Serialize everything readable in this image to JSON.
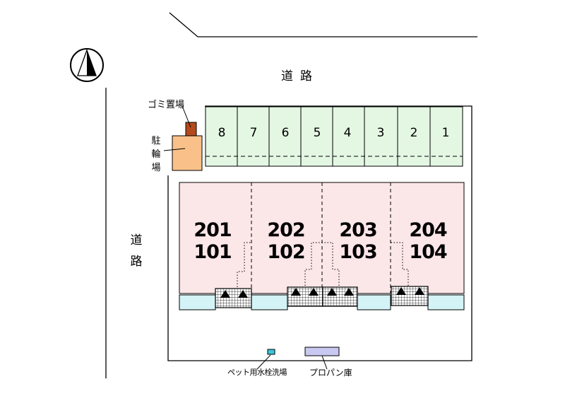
{
  "labels": {
    "road_top": "道路",
    "road_left_1": "道",
    "road_left_2": "路",
    "garbage": "ゴミ置場",
    "bike_1": "駐",
    "bike_2": "輪",
    "bike_3": "場",
    "pet_wash": "ペット用水栓洗場",
    "propane": "プロパン庫"
  },
  "parking": [
    "8",
    "7",
    "6",
    "5",
    "4",
    "3",
    "2",
    "1"
  ],
  "units": [
    {
      "upper": "201",
      "lower": "101"
    },
    {
      "upper": "202",
      "lower": "102"
    },
    {
      "upper": "203",
      "lower": "103"
    },
    {
      "upper": "204",
      "lower": "104"
    }
  ],
  "colors": {
    "parking": "#e3f7e3",
    "building": "#fbe6e8",
    "balcony": "#d4f3f6",
    "bike": "#f9c189",
    "garbage": "#b44a1c",
    "propane": "#c8c8f0",
    "pet": "#38c8d8"
  },
  "icons": {
    "north": "north-arrow-icon"
  }
}
